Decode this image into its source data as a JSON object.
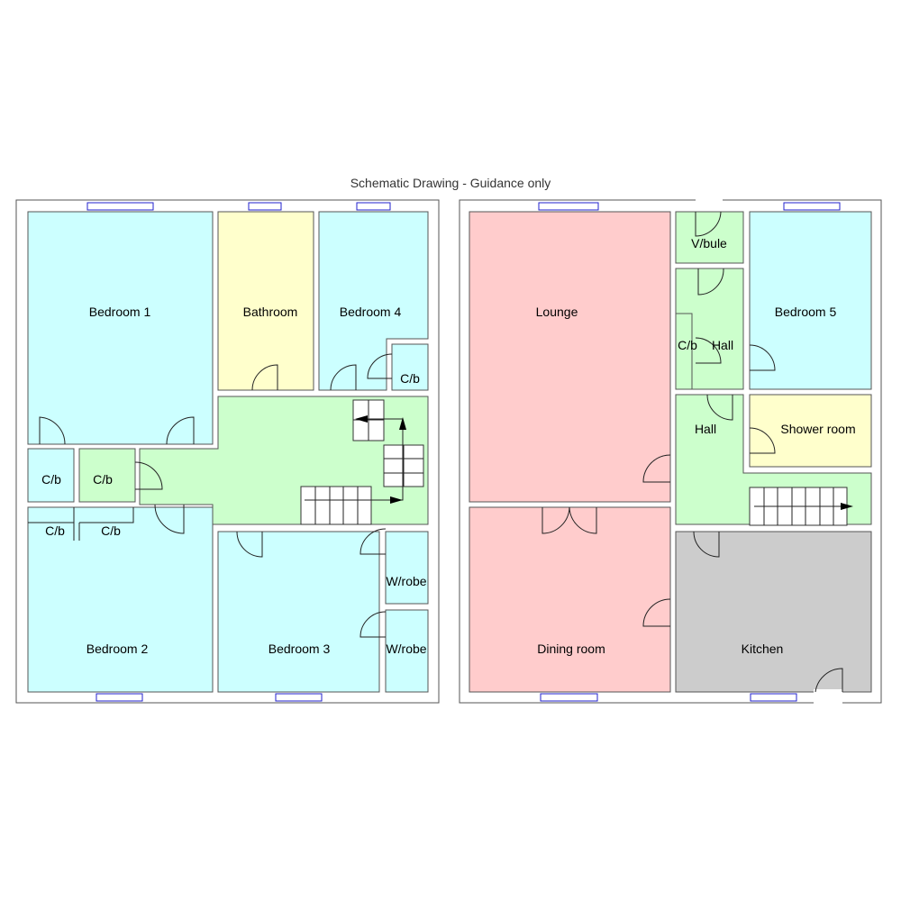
{
  "title": "Schematic Drawing - Guidance only",
  "colors": {
    "bedroom": "#ccffff",
    "bathroom": "#ffffcc",
    "hall": "#ccffcc",
    "living": "#ffcccc",
    "kitchen": "#cccccc",
    "window": "#2222cc"
  },
  "upper_floor": {
    "rooms": {
      "bedroom1": "Bedroom 1",
      "bathroom": "Bathroom",
      "bedroom4": "Bedroom 4",
      "cb_bed4": "C/b",
      "cb_left": "C/b",
      "cb_green": "C/b",
      "cb_small1": "C/b",
      "cb_small2": "C/b",
      "bedroom2": "Bedroom 2",
      "bedroom3": "Bedroom 3",
      "wrobe1": "W/robe",
      "wrobe2": "W/robe"
    }
  },
  "ground_floor": {
    "rooms": {
      "lounge": "Lounge",
      "dining": "Dining room",
      "vbule": "V/bule",
      "cb": "C/b",
      "hall_upper": "Hall",
      "bedroom5": "Bedroom 5",
      "hall": "Hall",
      "shower": "Shower room",
      "kitchen": "Kitchen"
    }
  }
}
